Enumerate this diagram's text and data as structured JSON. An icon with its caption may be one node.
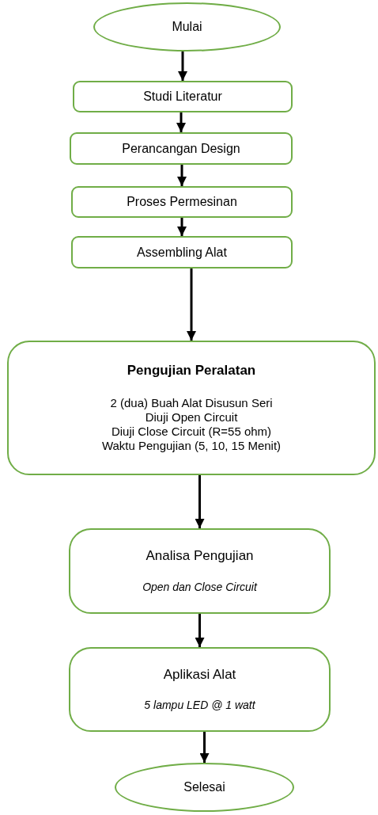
{
  "diagram": {
    "nodes": [
      {
        "text": [
          "Mulai"
        ]
      },
      {
        "text": [
          "Studi Literatur"
        ]
      },
      {
        "text": [
          "Perancangan Design"
        ]
      },
      {
        "text": [
          "Proses Permesinan"
        ]
      },
      {
        "text": [
          "Assembling Alat"
        ]
      },
      {
        "text": [
          "Pengujian Peralatan",
          "2 (dua) Buah Alat Disusun Seri",
          "Diuji Open Circuit",
          "Diuji Close Circuit (R=55 ohm)",
          "Waktu Pengujian (5, 10, 15 Menit)"
        ]
      },
      {
        "text": [
          "Analisa Pengujian",
          "Open dan Close Circuit"
        ]
      },
      {
        "text": [
          "Aplikasi Alat",
          "5 lampu LED @ 1 watt"
        ]
      },
      {
        "text": [
          "Selesai"
        ]
      }
    ],
    "edges": [
      {
        "from": 0,
        "to": 1,
        "arrow": "to"
      },
      {
        "from": 1,
        "to": 2,
        "arrow": "to"
      },
      {
        "from": 2,
        "to": 3,
        "arrow": "to"
      },
      {
        "from": 3,
        "to": 4,
        "arrow": "to"
      },
      {
        "from": 4,
        "to": 5,
        "arrow": "to"
      },
      {
        "from": 5,
        "to": 6,
        "arrow": "to"
      },
      {
        "from": 6,
        "to": 7,
        "arrow": "to"
      },
      {
        "from": 7,
        "to": 8,
        "arrow": "to"
      }
    ]
  }
}
